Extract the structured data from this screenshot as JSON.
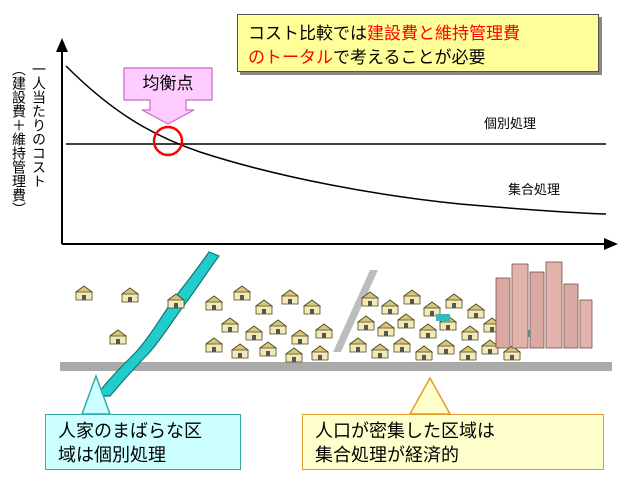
{
  "note": {
    "line1_plain": "コスト比較では",
    "line1_red": "建設費と維持管理費",
    "line2_red": "のトータル",
    "line2_plain": "で考えることが必要"
  },
  "equilibrium_label": "均衡点",
  "y_axis": {
    "line1": "一人当たりのコスト",
    "line2": "（建設費＋維持管理費）"
  },
  "curves": {
    "individual": "個別処理",
    "collective": "集合処理"
  },
  "callouts": {
    "sparse_line1": "人家のまばらな区",
    "sparse_line2": "域は個別処理",
    "dense_line1": "人口が密集した区域は",
    "dense_line2": "集合処理が経済的"
  },
  "colors": {
    "equilibrium_circle": "#ff0000",
    "equilibrium_label_fill": "#ffccff",
    "note_fill": "#ffff99",
    "river": "#22cccc",
    "road": "#aaaaaa"
  }
}
